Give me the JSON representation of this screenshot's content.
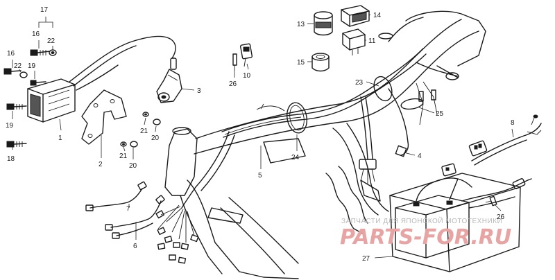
{
  "callouts": {
    "c1": "1",
    "c2": "2",
    "c3": "3",
    "c4": "4",
    "c5": "5",
    "c6": "6",
    "c7": "7",
    "c8": "8",
    "c10": "10",
    "c11": "11",
    "c13": "13",
    "c14": "14",
    "c15": "15",
    "c16a": "16",
    "c16b": "16",
    "c17": "17",
    "c18": "18",
    "c19a": "19",
    "c19b": "19",
    "c20a": "20",
    "c20b": "20",
    "c21a": "21",
    "c21b": "21",
    "c22a": "22",
    "c22b": "22",
    "c23": "23",
    "c24": "24",
    "c25": "25",
    "c26a": "26",
    "c26b": "26",
    "c27": "27"
  },
  "watermark": {
    "tagline": "ЗАПЧАСТИ ДЛЯ ЯПОНСКОЙ МОТОТЕХНИКИ",
    "brand": "PARTS-FOR.RU"
  },
  "colors": {
    "ink": "#1a1a1a",
    "watermark_red": "#e8a3a3",
    "watermark_gray": "#b8b8b8"
  }
}
